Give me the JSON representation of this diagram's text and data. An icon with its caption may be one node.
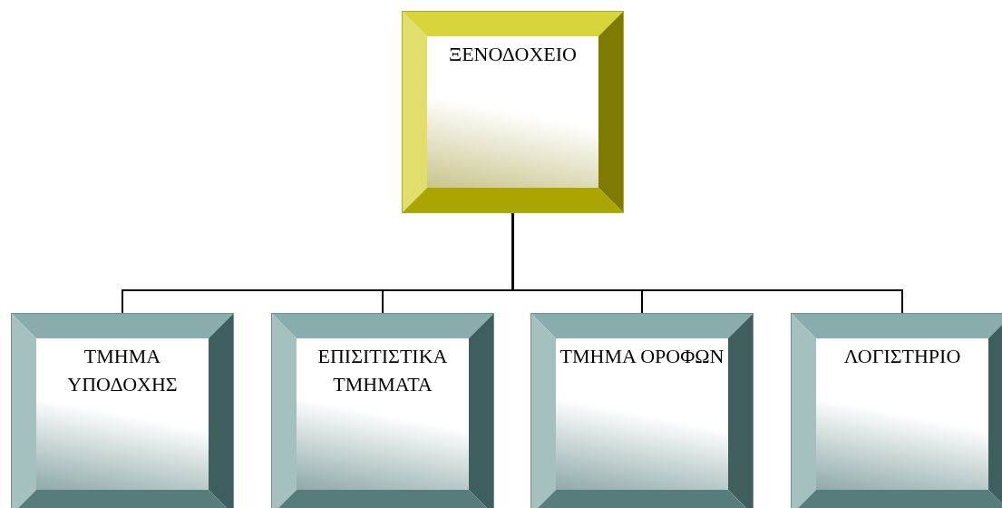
{
  "diagram": {
    "nodes": [
      {
        "text": [
          "ΞΕΝΟΔΟΧΕΙΟ"
        ]
      },
      {
        "text": [
          "ΤΜΗΜΑ ΥΠΟΔΟΧΗΣ"
        ]
      },
      {
        "text": [
          "ΕΠΙΣΙΤΙΣΤΙΚΑ ΤΜΗΜΑΤΑ"
        ]
      },
      {
        "text": [
          "ΤΜΗΜΑ ΟΡΟΦΩΝ"
        ]
      },
      {
        "text": [
          "ΛΟΓΙΣΤΗΡΙΟ"
        ]
      }
    ],
    "edges": [
      {
        "from": 0,
        "to": 1,
        "arrow": "none"
      },
      {
        "from": 0,
        "to": 2,
        "arrow": "none"
      },
      {
        "from": 0,
        "to": 3,
        "arrow": "none"
      },
      {
        "from": 0,
        "to": 4,
        "arrow": "none"
      }
    ]
  }
}
